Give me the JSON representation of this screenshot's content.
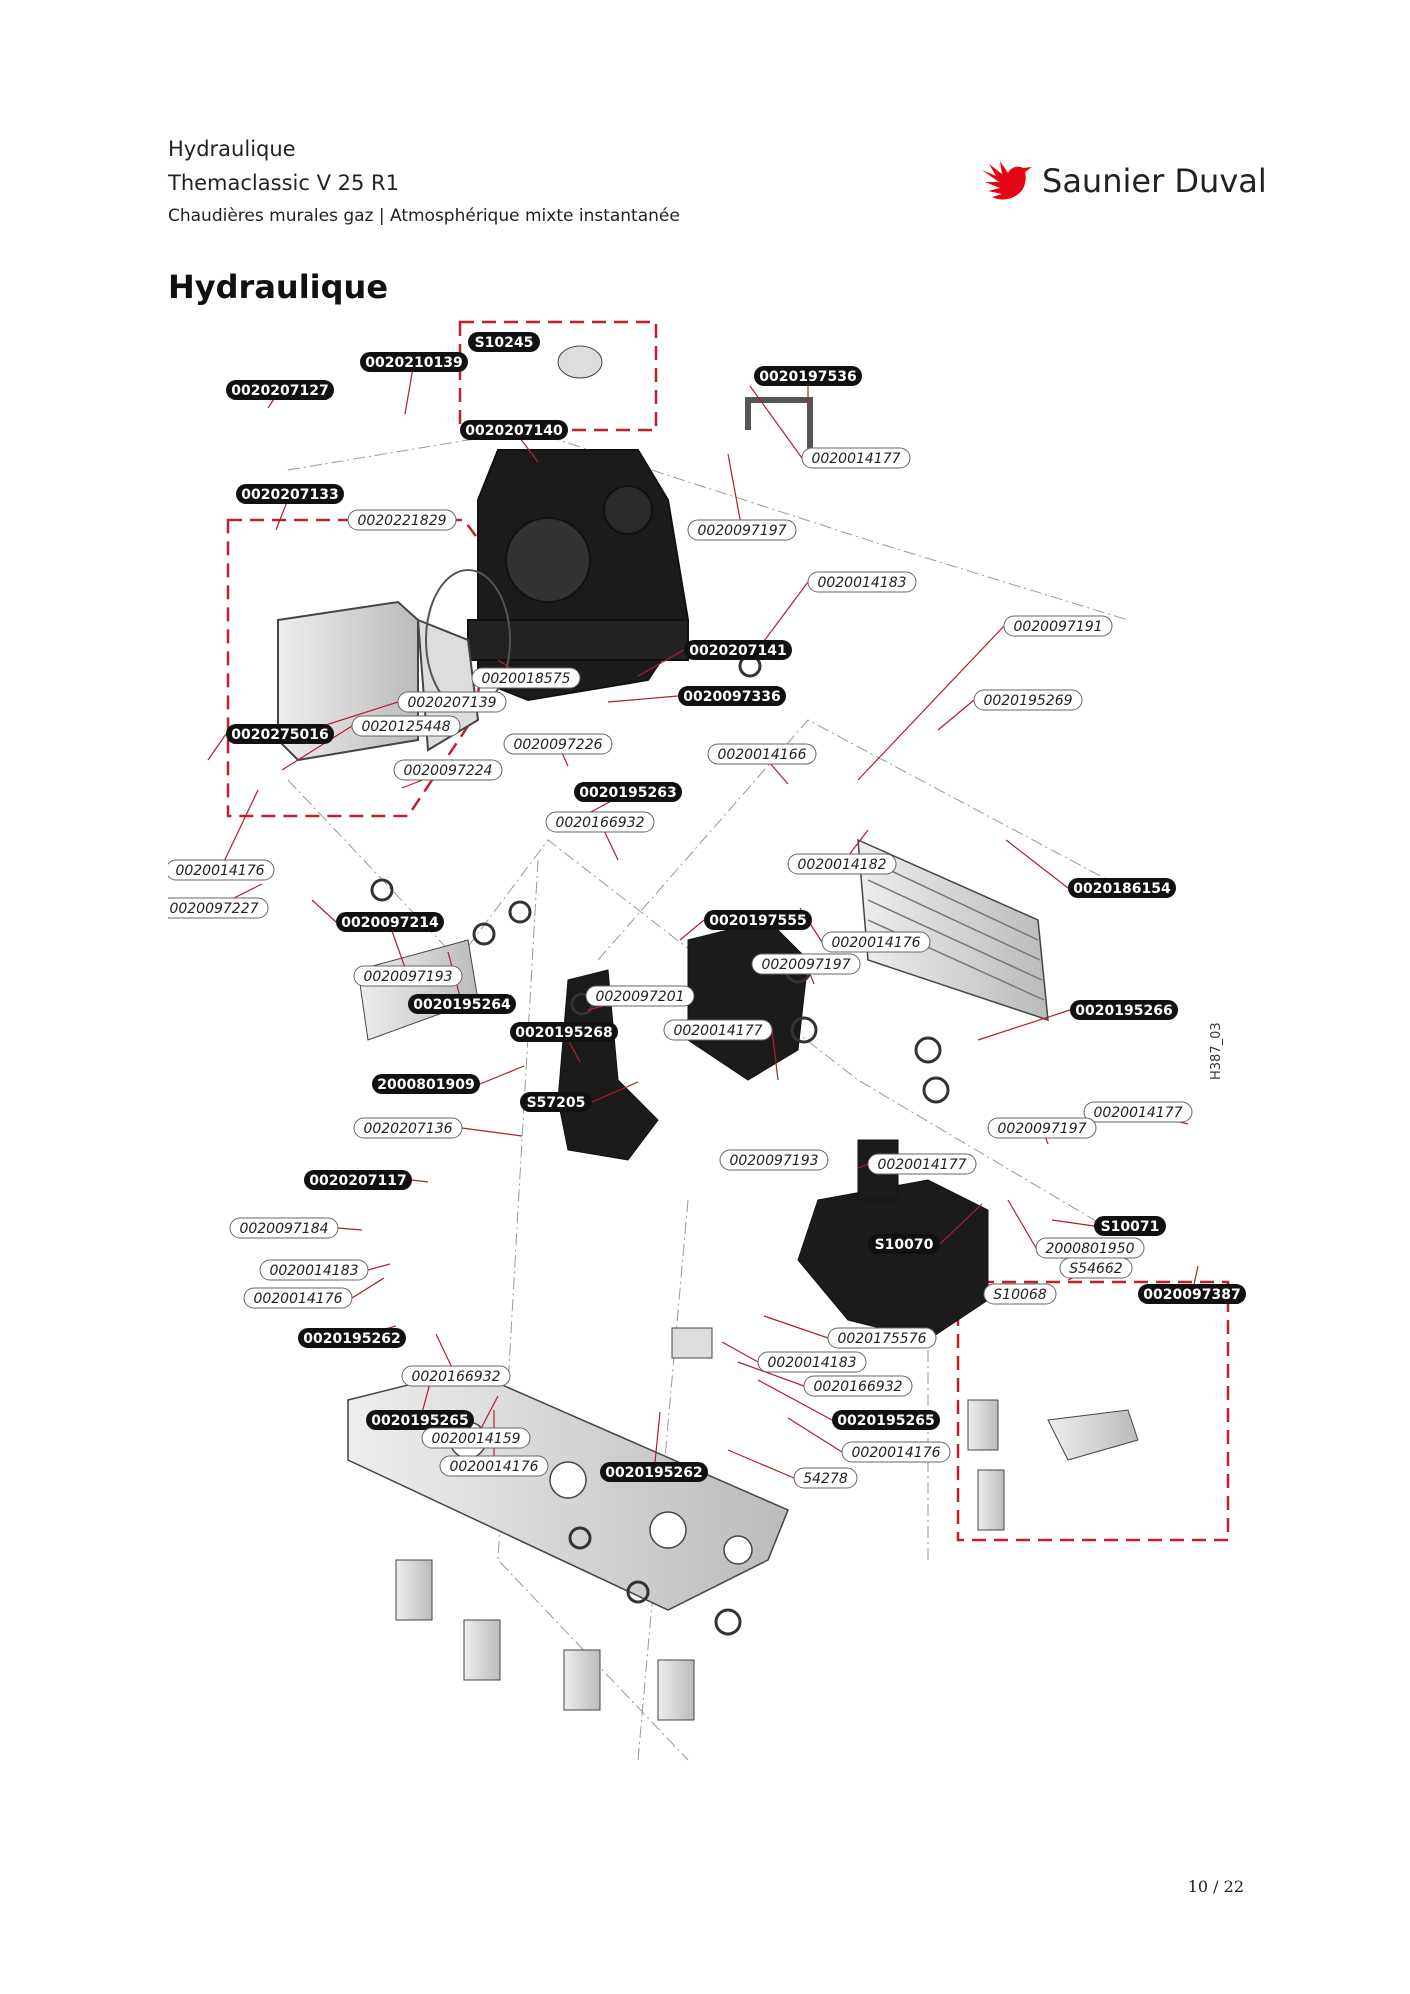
{
  "header": {
    "line1": "Hydraulique",
    "line2": "Themaclassic V 25 R1",
    "line3": "Chaudières murales gaz | Atmosphérique mixte instantanée"
  },
  "brand": {
    "name": "Saunier Duval",
    "color": "#e30613"
  },
  "section_title": "Hydraulique",
  "diagram": {
    "code": "H387_03",
    "parts": [
      {
        "id": "S10245",
        "style": "black"
      },
      {
        "id": "0020210139",
        "style": "black"
      },
      {
        "id": "0020207127",
        "style": "black"
      },
      {
        "id": "0020197536",
        "style": "black"
      },
      {
        "id": "0020207140",
        "style": "black"
      },
      {
        "id": "0020014177",
        "style": "outline"
      },
      {
        "id": "0020207133",
        "style": "black"
      },
      {
        "id": "0020221829",
        "style": "outline"
      },
      {
        "id": "0020097197",
        "style": "outline"
      },
      {
        "id": "0020014183",
        "style": "outline"
      },
      {
        "id": "0020097191",
        "style": "outline"
      },
      {
        "id": "0020207141",
        "style": "black"
      },
      {
        "id": "0020018575",
        "style": "outline"
      },
      {
        "id": "0020097336",
        "style": "black"
      },
      {
        "id": "0020195269",
        "style": "outline"
      },
      {
        "id": "0020207139",
        "style": "outline"
      },
      {
        "id": "0020275016",
        "style": "black"
      },
      {
        "id": "0020125448",
        "style": "outline"
      },
      {
        "id": "0020097226",
        "style": "outline"
      },
      {
        "id": "0020014166",
        "style": "outline"
      },
      {
        "id": "0020097224",
        "style": "outline"
      },
      {
        "id": "0020195263",
        "style": "black"
      },
      {
        "id": "0020166932",
        "style": "outline"
      },
      {
        "id": "0020014176",
        "style": "outline"
      },
      {
        "id": "0020014182",
        "style": "outline"
      },
      {
        "id": "0020186154",
        "style": "black"
      },
      {
        "id": "0020097227",
        "style": "outline"
      },
      {
        "id": "0020097214",
        "style": "black"
      },
      {
        "id": "0020197555",
        "style": "black"
      },
      {
        "id": "0020014176",
        "style": "outline"
      },
      {
        "id": "0020097197",
        "style": "outline"
      },
      {
        "id": "0020097193",
        "style": "outline"
      },
      {
        "id": "0020097201",
        "style": "outline"
      },
      {
        "id": "0020195264",
        "style": "black"
      },
      {
        "id": "0020195266",
        "style": "black"
      },
      {
        "id": "0020195268",
        "style": "black"
      },
      {
        "id": "0020014177",
        "style": "outline"
      },
      {
        "id": "2000801909",
        "style": "black"
      },
      {
        "id": "S57205",
        "style": "black"
      },
      {
        "id": "0020014177",
        "style": "outline"
      },
      {
        "id": "0020207136",
        "style": "outline"
      },
      {
        "id": "0020097197",
        "style": "outline"
      },
      {
        "id": "0020097193",
        "style": "outline"
      },
      {
        "id": "0020014177",
        "style": "outline"
      },
      {
        "id": "0020207117",
        "style": "black"
      },
      {
        "id": "S10071",
        "style": "black"
      },
      {
        "id": "0020097184",
        "style": "outline"
      },
      {
        "id": "S10070",
        "style": "black"
      },
      {
        "id": "2000801950",
        "style": "outline"
      },
      {
        "id": "S54662",
        "style": "outline"
      },
      {
        "id": "0020014183",
        "style": "outline"
      },
      {
        "id": "S10068",
        "style": "outline"
      },
      {
        "id": "0020097387",
        "style": "black"
      },
      {
        "id": "0020014176",
        "style": "outline"
      },
      {
        "id": "0020195262",
        "style": "black"
      },
      {
        "id": "0020175576",
        "style": "outline"
      },
      {
        "id": "0020014183",
        "style": "outline"
      },
      {
        "id": "0020166932",
        "style": "outline"
      },
      {
        "id": "0020166932",
        "style": "outline"
      },
      {
        "id": "0020195265",
        "style": "black"
      },
      {
        "id": "0020195265",
        "style": "black"
      },
      {
        "id": "0020014159",
        "style": "outline"
      },
      {
        "id": "0020014176",
        "style": "outline"
      },
      {
        "id": "0020014176",
        "style": "outline"
      },
      {
        "id": "0020195262",
        "style": "black"
      },
      {
        "id": "54278",
        "style": "outline"
      }
    ]
  },
  "page_number": "10 / 22"
}
